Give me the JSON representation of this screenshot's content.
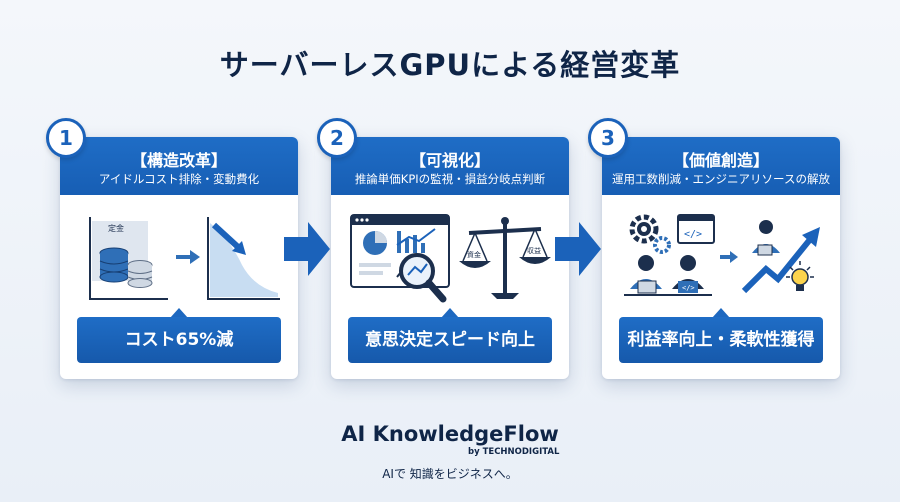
{
  "title": "サーバーレスGPUによる経営変革",
  "steps": [
    {
      "number": "1",
      "title": "【構造改革】",
      "subtitle": "アイドルコスト排除・変動費化",
      "illustration_label": "定金",
      "result": "コスト65%減"
    },
    {
      "number": "2",
      "title": "【可視化】",
      "subtitle": "推論単価KPIの監視・損益分岐点判断",
      "scale_left_label": "資金",
      "scale_right_label": "収益",
      "result": "意思決定スピード向上"
    },
    {
      "number": "3",
      "title": "【価値創造】",
      "subtitle": "運用工数削減・エンジニアリソースの解放",
      "result": "利益率向上・柔軟性獲得"
    }
  ],
  "footer": {
    "brand": "AI KnowledgeFlow",
    "by_line": "by TECHNODIGITAL",
    "tagline": "AIで 知識をビジネスへ。"
  },
  "colors": {
    "primary": "#1b62ba",
    "dark_text": "#0f2547",
    "card_bg": "#ffffff",
    "page_bg": "#eef3f9"
  },
  "icons": [
    "coin-stack-icon",
    "declining-chart-icon",
    "dashboard-icon",
    "magnifier-icon",
    "balance-scale-icon",
    "gear-icon",
    "code-window-icon",
    "engineer-icon",
    "growth-arrow-icon",
    "lightbulb-icon"
  ]
}
